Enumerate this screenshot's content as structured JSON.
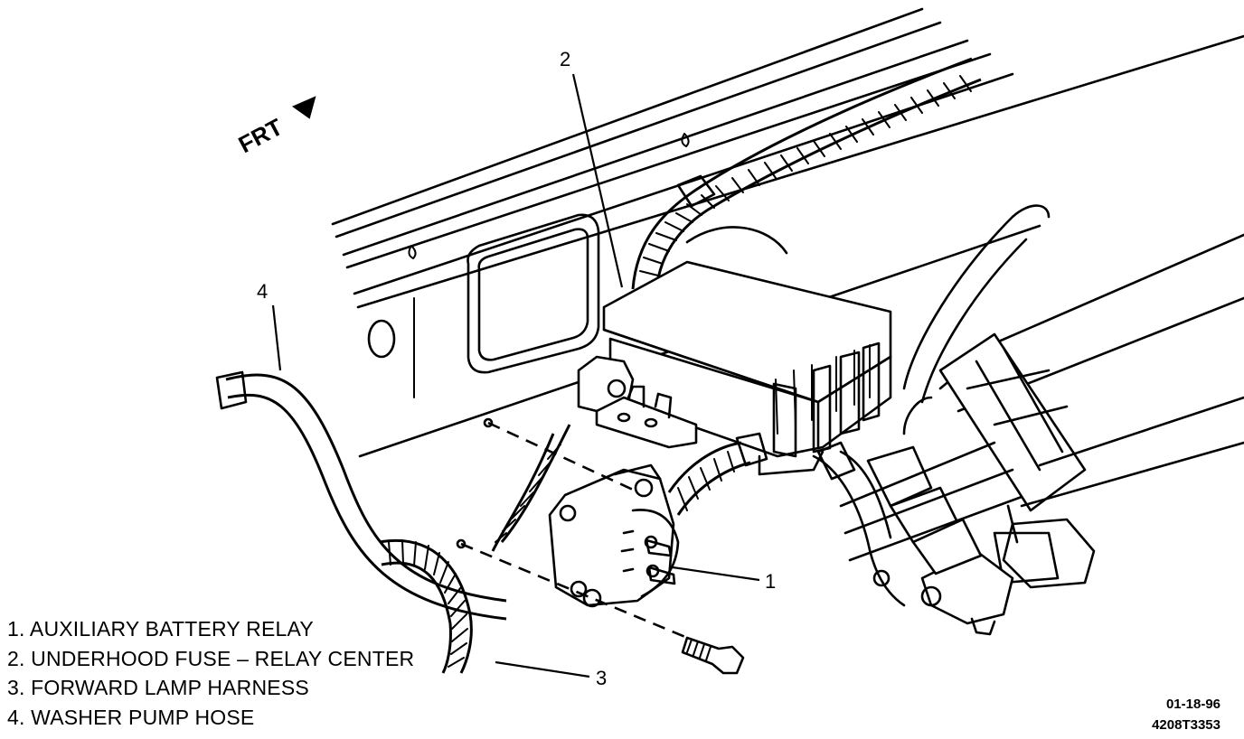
{
  "callouts": [
    "1",
    "2",
    "3",
    "4"
  ],
  "direction_label": "FRT",
  "legend": [
    "1. AUXILIARY BATTERY RELAY",
    "2. UNDERHOOD FUSE – RELAY CENTER",
    "3. FORWARD LAMP HARNESS",
    "4. WASHER PUMP HOSE"
  ],
  "figure_codes": [
    "01-18-96",
    "4208T3353"
  ]
}
